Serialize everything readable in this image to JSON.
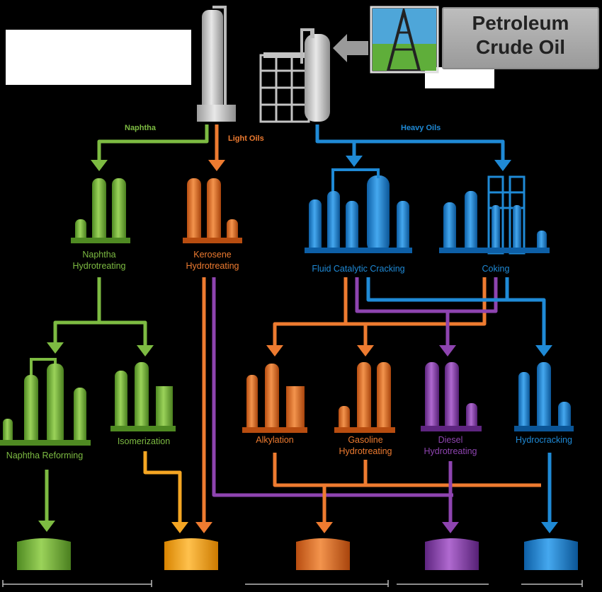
{
  "input": {
    "label": "Petroleum\nCrude Oil"
  },
  "streams": {
    "naphtha": "Naphtha",
    "light_oils": "Light Oils",
    "heavy_oils": "Heavy Oils"
  },
  "units": {
    "naphtha_hydrotreating": "Naphtha\nHydrotreating",
    "kerosene_hydrotreating": "Kerosene\nHydrotreating",
    "fluid_catalytic_cracking": "Fluid Catalytic Cracking",
    "coking": "Coking",
    "naphtha_reforming": "Naphtha Reforming",
    "isomerization": "Isomerization",
    "alkylation": "Alkylation",
    "gasoline_hydrotreating": "Gasoline\nHydrotreating",
    "diesel_hydrotreating": "Diesel\nHydrotreating",
    "hydrocracking": "Hydrocracking"
  },
  "colors": {
    "green": "#7dbb42",
    "orange": "#ee7b30",
    "yellow": "#f5a623",
    "blue": "#1f8ad6",
    "purple": "#8e44b0",
    "gray": "#c8c8c8"
  }
}
